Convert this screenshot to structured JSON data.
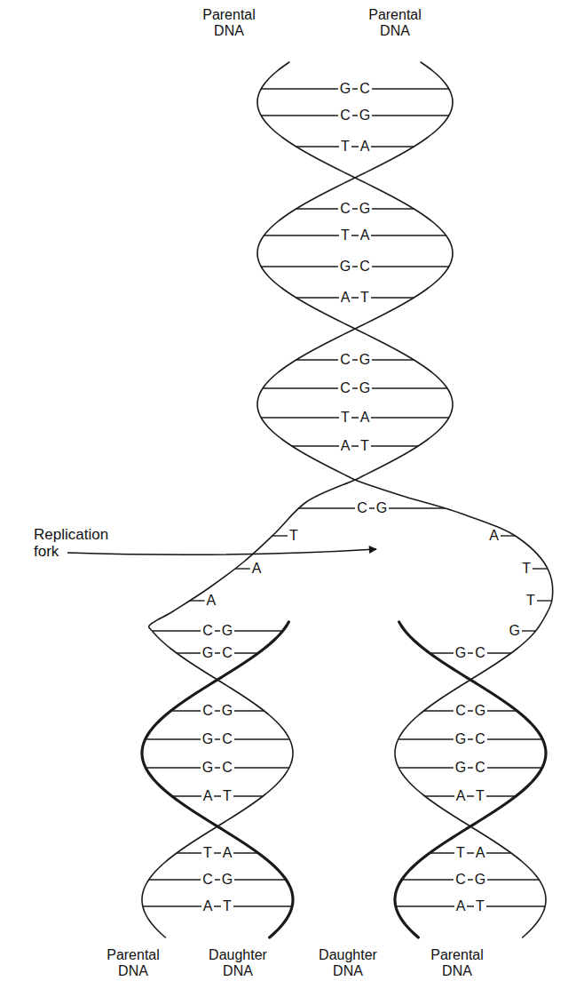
{
  "diagram": {
    "labels": [
      "Parental DNA",
      "Parental DNA",
      "G",
      "C",
      "C",
      "G",
      "T",
      "A",
      "C",
      "G",
      "T",
      "A",
      "G",
      "C",
      "A",
      "T",
      "C",
      "G",
      "C",
      "G",
      "T",
      "A",
      "A",
      "T",
      "C",
      "G",
      "Replication fork",
      "T",
      "A",
      "A",
      "T",
      "A",
      "T",
      "G",
      "C",
      "G",
      "G",
      "C",
      "G",
      "C",
      "C",
      "G",
      "G",
      "C",
      "G",
      "C",
      "A",
      "T",
      "C",
      "G",
      "G",
      "C",
      "G",
      "C",
      "A",
      "T",
      "T",
      "A",
      "C",
      "G",
      "A",
      "T",
      "T",
      "A",
      "C",
      "G",
      "A",
      "T",
      "Parental DNA",
      "Daughter DNA",
      "Daughter DNA",
      "Parental DNA"
    ]
  }
}
